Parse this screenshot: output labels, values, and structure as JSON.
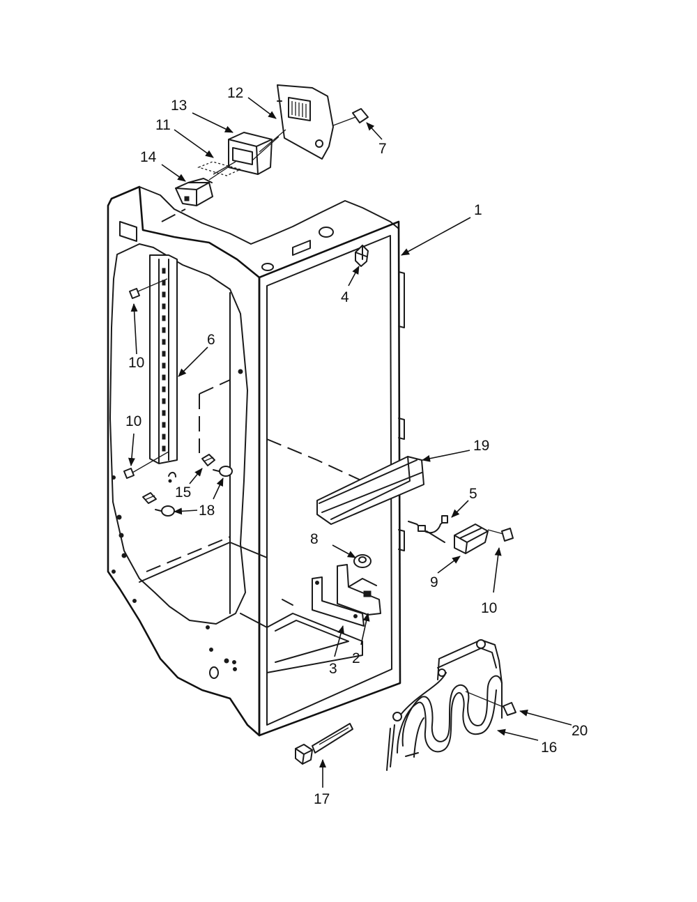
{
  "callouts": [
    {
      "id": "c1",
      "label": "1"
    },
    {
      "id": "c2",
      "label": "2"
    },
    {
      "id": "c3",
      "label": "3"
    },
    {
      "id": "c4",
      "label": "4"
    },
    {
      "id": "c5",
      "label": "5"
    },
    {
      "id": "c6",
      "label": "6"
    },
    {
      "id": "c7",
      "label": "7"
    },
    {
      "id": "c8",
      "label": "8"
    },
    {
      "id": "c9",
      "label": "9"
    },
    {
      "id": "c10a",
      "label": "10"
    },
    {
      "id": "c10b",
      "label": "10"
    },
    {
      "id": "c10c",
      "label": "10"
    },
    {
      "id": "c11",
      "label": "11"
    },
    {
      "id": "c12",
      "label": "12"
    },
    {
      "id": "c13",
      "label": "13"
    },
    {
      "id": "c14",
      "label": "14"
    },
    {
      "id": "c15",
      "label": "15"
    },
    {
      "id": "c16",
      "label": "16"
    },
    {
      "id": "c17",
      "label": "17"
    },
    {
      "id": "c18",
      "label": "18"
    },
    {
      "id": "c19",
      "label": "19"
    },
    {
      "id": "c20",
      "label": "20"
    }
  ]
}
